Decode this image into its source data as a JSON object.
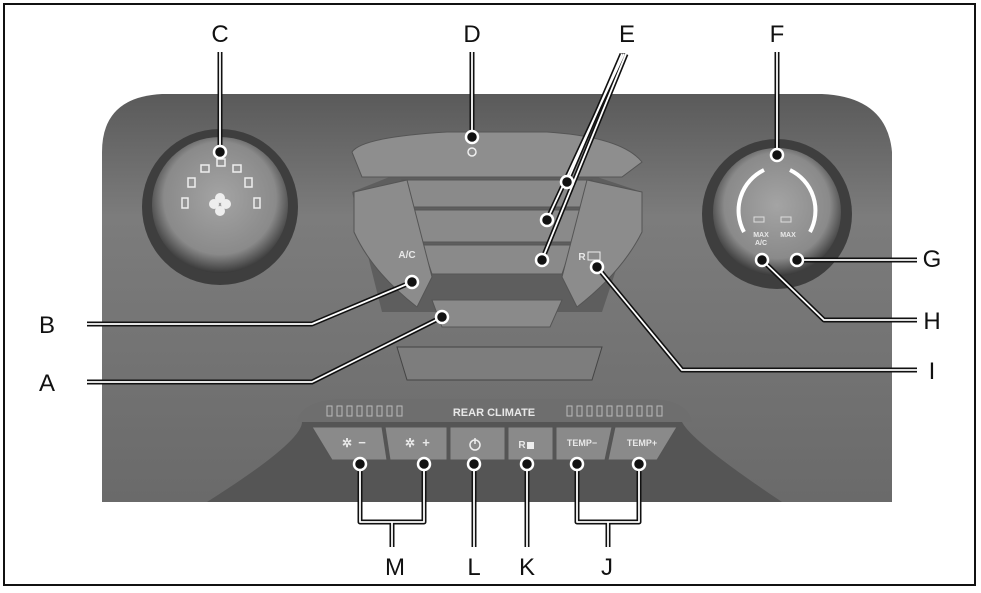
{
  "callouts": {
    "A": "A",
    "B": "B",
    "C": "C",
    "D": "D",
    "E": "E",
    "F": "F",
    "G": "G",
    "H": "H",
    "I": "I",
    "J": "J",
    "K": "K",
    "L": "L",
    "M": "M"
  },
  "panel": {
    "ac_label": "A/C",
    "rear_defrost_label": "R",
    "max_ac_label_1": "MAX",
    "max_ac_label_2": "A/C",
    "max_defrost_label": "MAX",
    "rear_climate_label": "REAR CLIMATE",
    "rear_lock_label": "R",
    "temp_minus_label": "TEMP−",
    "temp_plus_label": "TEMP+",
    "fan_minus_label": "−",
    "fan_plus_label": "+"
  },
  "colors": {
    "panel": "#7a7a7a",
    "panel_dark": "#4a4a4a",
    "button": "#8c8c8c",
    "callout_line": "#111111"
  }
}
